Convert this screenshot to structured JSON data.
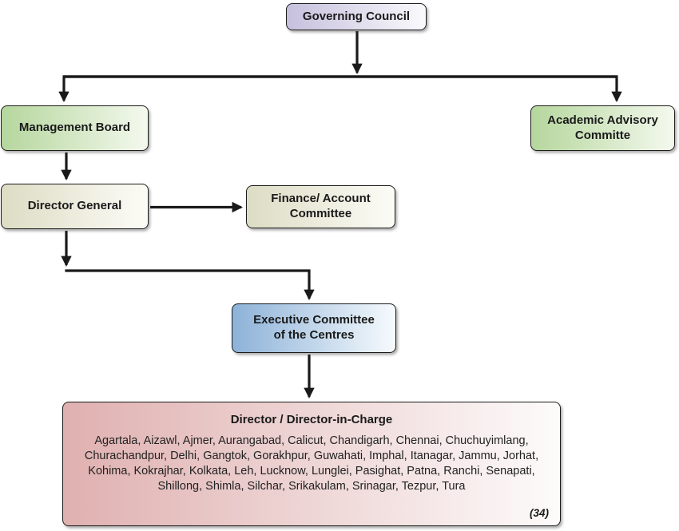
{
  "chart": {
    "type": "org-chart",
    "nodes": {
      "governing_council": {
        "label": "Governing Council"
      },
      "management_board": {
        "label": "Management Board"
      },
      "academic_advisory": {
        "label": "Academic Advisory Committe"
      },
      "director_general": {
        "label": "Director General"
      },
      "finance_account": {
        "label": "Finance/ Account Committee"
      },
      "executive_committee": {
        "label": "Executive Committee of the Centres"
      },
      "directors": {
        "title": "Director / Director-in-Charge",
        "centres": "Agartala, Aizawl, Ajmer, Aurangabad, Calicut, Chandigarh, Chennai, Chuchuyimlang, Churachandpur, Delhi, Gangtok, Gorakhpur, Guwahati, Imphal, Itanagar, Jammu, Jorhat, Kohima, Kokrajhar, Kolkata, Leh, Lucknow, Lunglei, Pasighat, Patna, Ranchi, Senapati, Shillong, Shimla, Silchar, Srikakulam, Srinagar, Tezpur, Tura",
        "count": "(34)"
      }
    },
    "edges": [
      "governing_council -> management_board",
      "governing_council -> academic_advisory",
      "management_board -> director_general",
      "director_general -> finance_account",
      "director_general -> executive_committee",
      "executive_committee -> directors"
    ],
    "colors": {
      "governing_council": "#c6c0dd",
      "management_board": "#b5d69d",
      "academic_advisory": "#b5d69d",
      "director_general": "#dddcc4",
      "finance_account": "#dddcc4",
      "executive_committee": "#8db2d8",
      "directors": "#e0b0b0",
      "connector": "#1a1a1a",
      "text": "#1a1a1a"
    }
  }
}
